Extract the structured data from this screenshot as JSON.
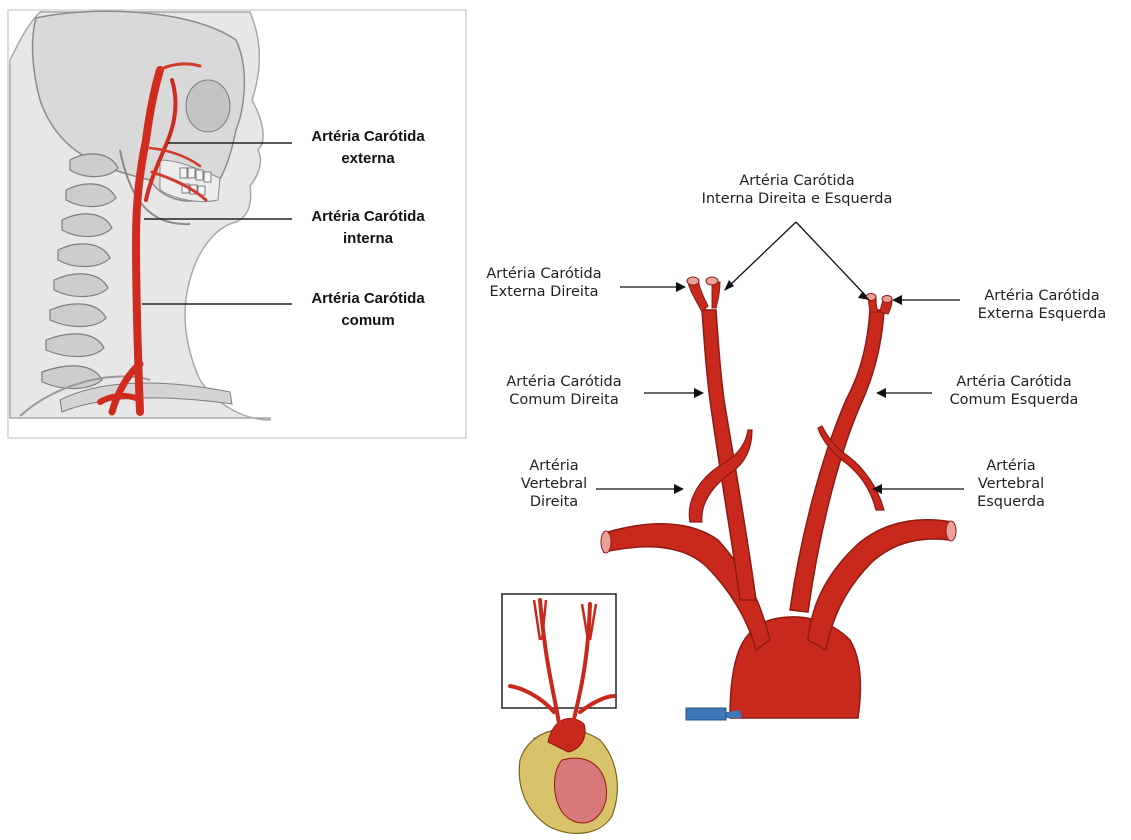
{
  "left_panel": {
    "labels": {
      "external": [
        "Artéria Carótida",
        "externa"
      ],
      "internal": [
        "Artéria Carótida",
        "interna"
      ],
      "common": [
        "Artéria Carótida",
        "comum"
      ]
    },
    "colors": {
      "artery": "#cf2b1f",
      "bone": "#cfcfcf",
      "skin": "#e4e4e4"
    }
  },
  "right_panel": {
    "labels": {
      "internal_both": [
        "Artéria Carótida",
        "Interna Direita e Esquerda"
      ],
      "external_right": [
        "Artéria Carótida",
        "Externa Direita"
      ],
      "external_left": [
        "Artéria Carótida",
        "Externa Esquerda"
      ],
      "common_right": [
        "Artéria Carótida",
        "Comum Direita"
      ],
      "common_left": [
        "Artéria Carótida",
        "Comum Esquerda"
      ],
      "vertebral_right": [
        "Artéria",
        "Vertebral",
        "Direita"
      ],
      "vertebral_left": [
        "Artéria",
        "Vertebral",
        "Esquerda"
      ]
    },
    "colors": {
      "artery": "#c9281c",
      "artery_dark": "#8e1a12",
      "vein": "#3f78b8",
      "heart_fat": "#d9c36a"
    }
  }
}
